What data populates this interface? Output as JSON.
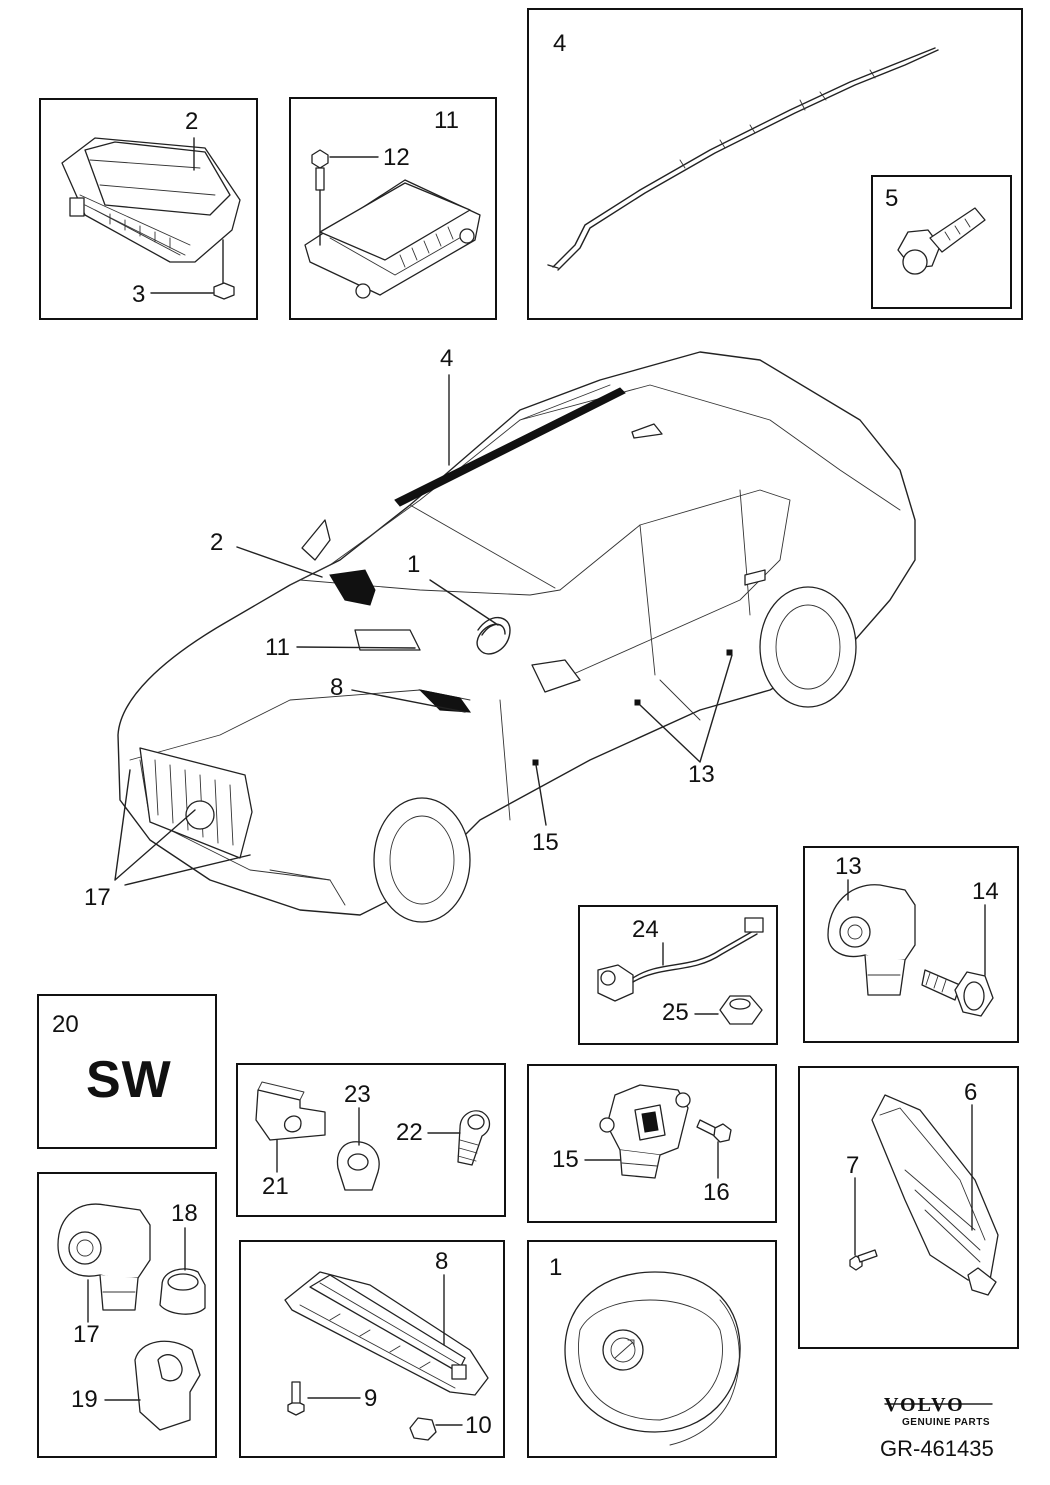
{
  "labels": {
    "p2": "2",
    "p3": "3",
    "p11": "11",
    "p12": "12",
    "p4": "4",
    "p5": "5",
    "car4": "4",
    "car2": "2",
    "car1": "1",
    "car11": "11",
    "car8": "8",
    "car13": "13",
    "car15": "15",
    "car17": "17",
    "k24": "24",
    "k25": "25",
    "k13": "13",
    "k14": "14",
    "k20": "20",
    "k23": "23",
    "k22": "22",
    "k21": "21",
    "k15": "15",
    "k16": "16",
    "k6": "6",
    "k7": "7",
    "k18": "18",
    "k17": "17",
    "k19": "19",
    "k8": "8",
    "k9": "9",
    "k10": "10",
    "k1": "1"
  },
  "software_label": "SW",
  "branding": {
    "brand_name": "VOLVO",
    "brand_sub": "GENUINE PARTS",
    "diagram_id": "GR-461435"
  }
}
